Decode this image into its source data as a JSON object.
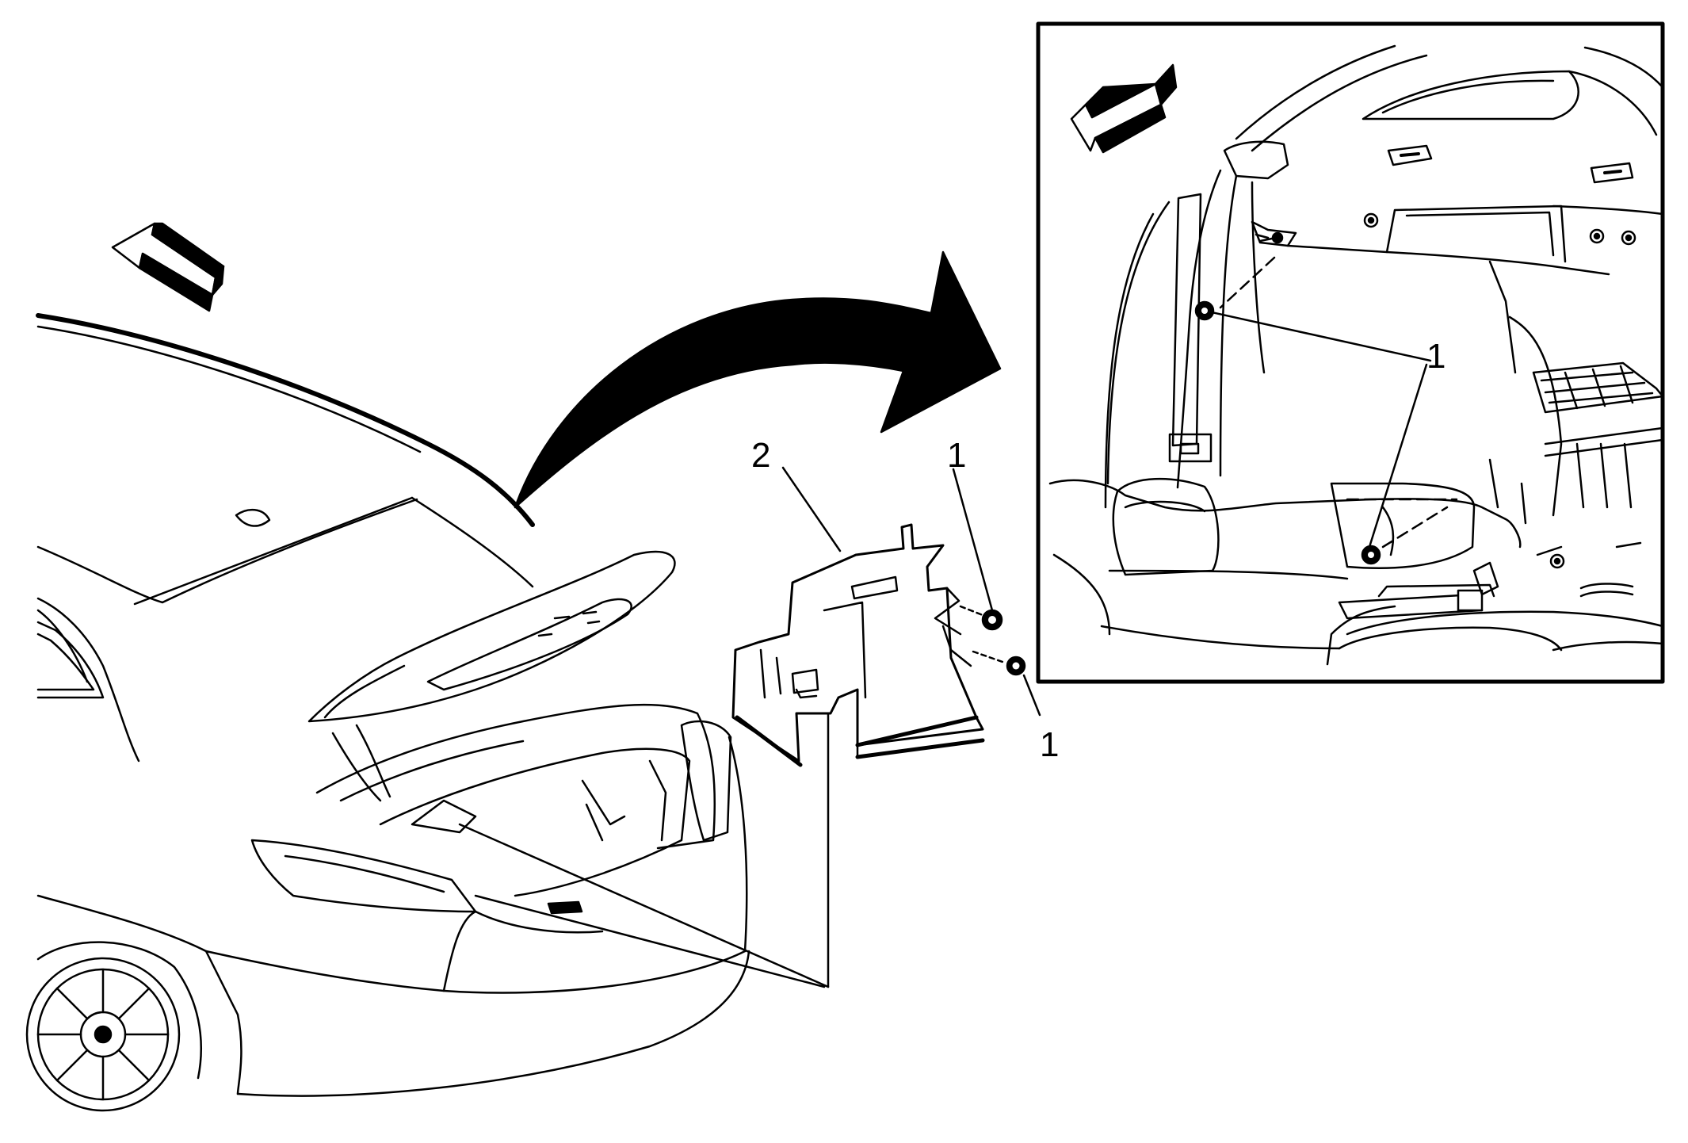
{
  "callouts": {
    "bracket_label": "2",
    "fastener_upper_label": "1",
    "fastener_lower_label": "1",
    "inset_fastener_label": "1"
  },
  "icons": [
    "forward-direction-arrow-icon",
    "transition-curved-arrow-icon",
    "inset-forward-direction-arrow-icon"
  ],
  "colors": {
    "line": "#000000",
    "background": "#ffffff"
  }
}
